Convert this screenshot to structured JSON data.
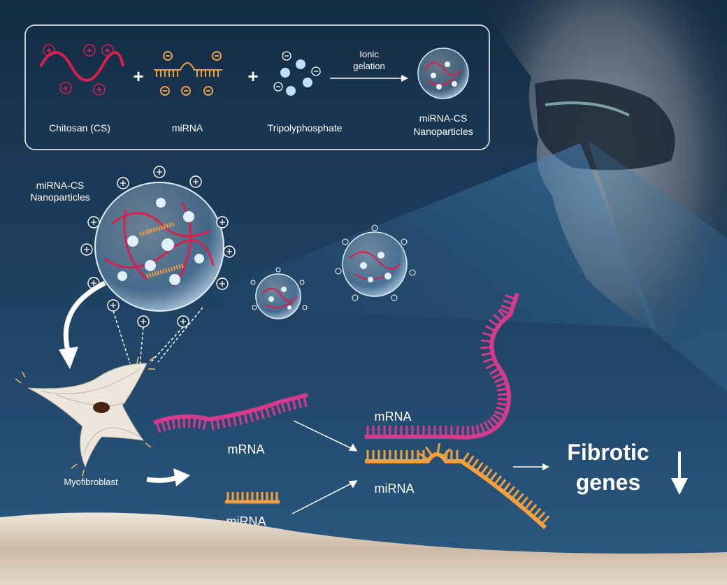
{
  "synthesis_box": {
    "chitosan_label": "Chitosan (CS)",
    "mirna_label": "miRNA",
    "tpp_label": "Tripolyphosphate",
    "arrow_label_line1": "Ionic",
    "arrow_label_line2": "gelation",
    "product_label_line1": "miRNA-CS",
    "product_label_line2": "Nanoparticles",
    "plus": "+"
  },
  "nanoparticle_label": {
    "line1": "miRNA-CS",
    "line2": "Nanoparticles"
  },
  "cell_label": "Myofibroblast",
  "mechanism": {
    "free_mrna_label": "mRNA",
    "free_mirna_label": "miRNA",
    "bound_mrna_label": "mRNA",
    "bound_mirna_label": "miRNA",
    "outcome_line1": "Fibrotic",
    "outcome_line2": "genes"
  },
  "colors": {
    "background_top": "#142c45",
    "background_bottom": "#2c5a82",
    "chitosan": "#d8204f",
    "mrna": "#d63a8c",
    "mirna": "#f0a040",
    "tpp": "#bfe0f5",
    "tissue": "#d8c8b4"
  }
}
